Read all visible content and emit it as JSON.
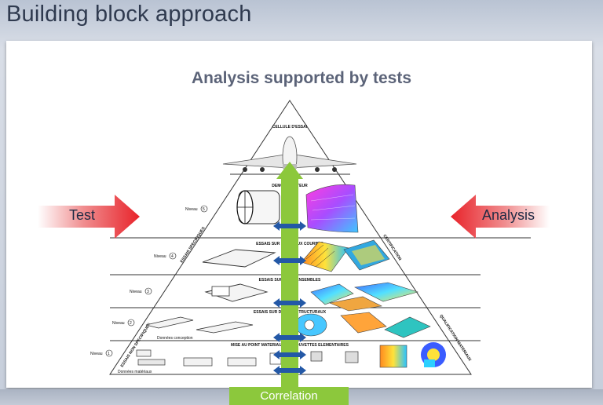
{
  "slide": {
    "title": "Building block approach"
  },
  "diagram": {
    "title": "Analysis supported by tests",
    "left_arrow_label": "Test",
    "right_arrow_label": "Analysis",
    "correlation_label": "Correlation",
    "apex_label": "CELLULE D'ESSAI",
    "levels": [
      {
        "name": "Niveau",
        "number": "5",
        "header": "DEMONSTRATEUR"
      },
      {
        "name": "Niveau",
        "number": "4",
        "header": "ESSAIS SUR PANNEAUX COURBES"
      },
      {
        "name": "Niveau",
        "number": "3",
        "header": "ESSAIS SUR SOUS-ENSEMBLES"
      },
      {
        "name": "Niveau",
        "number": "2",
        "header": "ESSAIS SUR DETAILS STRUCTURAUX"
      },
      {
        "name": "Niveau",
        "number": "1",
        "header": "MISE AU POINT MATERIAUX - EPROUVETTES ELEMENTAIRES"
      }
    ],
    "side_left_upper": "ESSAIS SPECIFIQUES",
    "side_left_lower": "ESSAIS NON SPECIFIQUES",
    "side_right_upper": "CERTIFICATION",
    "side_right_lower": "QUALIFICATION MATERIAUX",
    "design_data_label": "Données conception",
    "material_data_label": "Données matériaux"
  },
  "colors": {
    "arrow_red": "#e8232a",
    "correlation_green": "#8cc83c",
    "double_arrow_blue": "#2358a6"
  }
}
